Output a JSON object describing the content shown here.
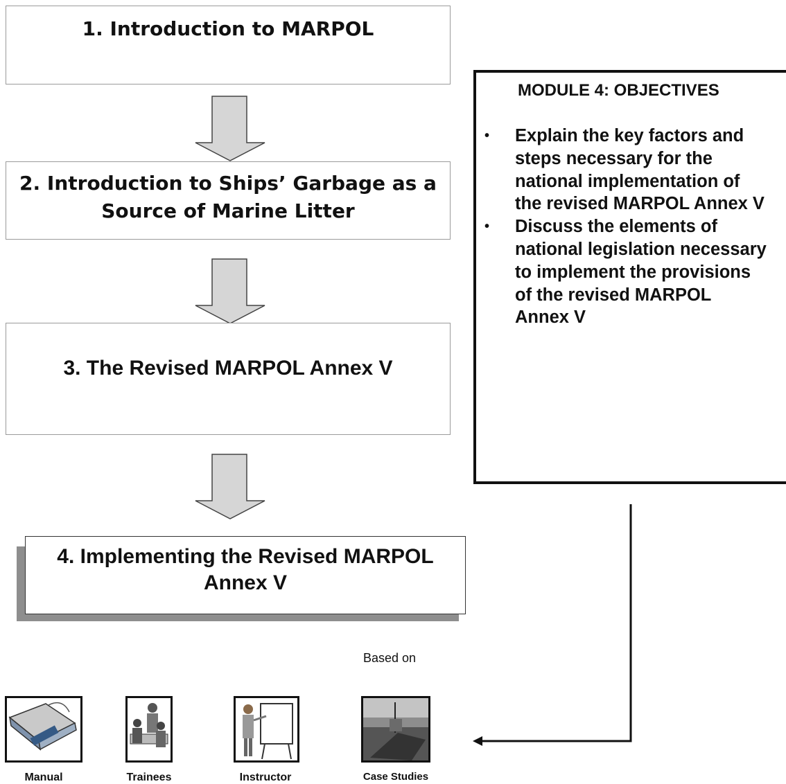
{
  "steps": [
    {
      "label": "1. Introduction to MARPOL"
    },
    {
      "line1": "2. Introduction to Ships’ Garbage as a",
      "line2": "Source of Marine Litter"
    },
    {
      "label": "3. The Revised MARPOL Annex V"
    },
    {
      "line1": "4.  Implementing the Revised MARPOL",
      "line2": "Annex V"
    }
  ],
  "objectives": {
    "heading": "MODULE 4: OBJECTIVES",
    "bullet": "•",
    "items": [
      {
        "lines": [
          "Explain the key factors and",
          "steps necessary for the",
          "national implementation of",
          "the revised MARPOL Annex V"
        ]
      },
      {
        "lines": [
          "Discuss the elements of",
          "national legislation necessary",
          "to implement the provisions",
          "of the revised MARPOL",
          "Annex V"
        ]
      }
    ]
  },
  "based_on": "Based on",
  "resources": [
    {
      "label": "Manual",
      "icon": "manual-icon"
    },
    {
      "label": "Trainees",
      "icon": "trainees-icon"
    },
    {
      "label": "Instructor",
      "icon": "instructor-icon"
    },
    {
      "label": "Case Studies",
      "icon": "case-studies-icon"
    }
  ],
  "colors": {
    "arrow_fill": "#d6d6d6",
    "box_border": "#9a9a9a",
    "shadow": "#8e8e8e"
  }
}
